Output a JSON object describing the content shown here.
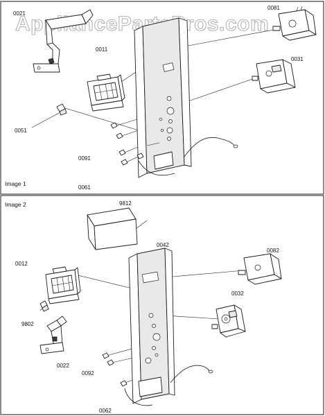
{
  "watermark": "AppliancePartsPros.com",
  "image1": {
    "label": "Image 1",
    "callouts": {
      "p0021": "0021",
      "p0081": "0081",
      "p0011": "0011",
      "p0031": "0031",
      "p0051": "0051",
      "p0091": "0091",
      "p0061": "0061"
    }
  },
  "image2": {
    "label": "Image 2",
    "callouts": {
      "p9812": "9812",
      "p0042": "0042",
      "p0012": "0012",
      "p0082": "0082",
      "p0032": "0032",
      "p9802": "9802",
      "p0022": "0022",
      "p0092": "0092",
      "p0062": "0062"
    }
  }
}
